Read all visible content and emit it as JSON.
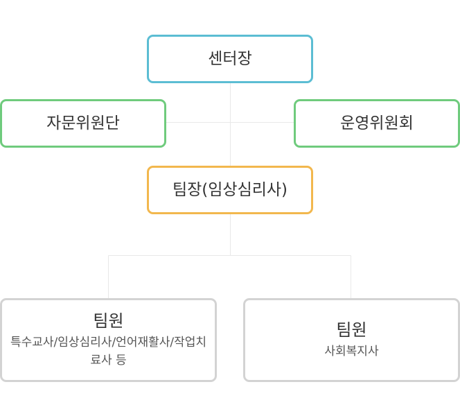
{
  "org_chart": {
    "center_head": "센터장",
    "advisory_group": "자문위원단",
    "operating_committee": "운영위원회",
    "team_leader": "팀장(임상심리사)",
    "members": [
      {
        "title": "팀원",
        "roles": "특수교사/임상심리사/언어재활사/작업치료사 등"
      },
      {
        "title": "팀원",
        "roles": "사회복지사"
      }
    ]
  },
  "colors": {
    "center_border": "#5bbdd3",
    "committee_border": "#6fcb7d",
    "leader_border": "#f2b74d",
    "member_border": "#d3d3d3",
    "connector_line": "#e8e8e8"
  }
}
